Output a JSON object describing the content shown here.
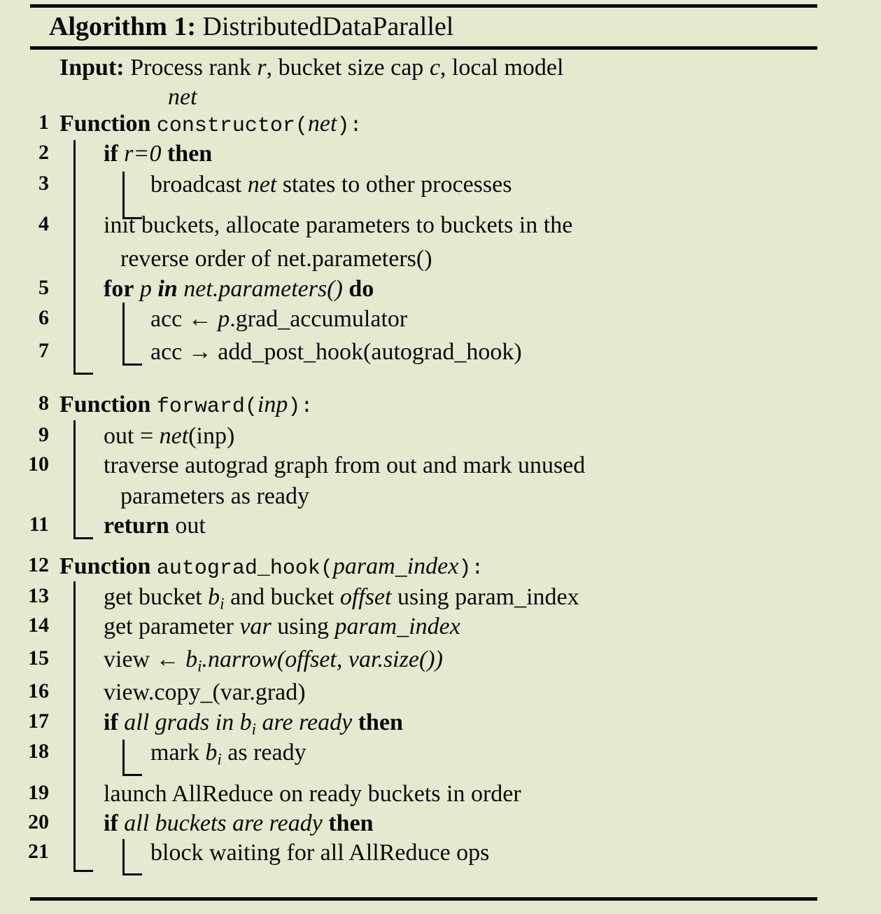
{
  "algorithm": {
    "label": "Algorithm 1:",
    "name": "DistributedDataParallel",
    "input_label": "Input:",
    "input_text": "Process rank r, bucket size cap c, local model",
    "input_cont": "net",
    "colors": {
      "background": "#e3ead0",
      "ink": "#0a0a0a"
    },
    "lines": [
      {
        "n": "1",
        "text": "Function constructor(net):"
      },
      {
        "n": "2",
        "text": "if r=0 then"
      },
      {
        "n": "3",
        "text": "broadcast net states to other processes"
      },
      {
        "n": "4",
        "text": "init buckets, allocate parameters to buckets in the"
      },
      {
        "n": "",
        "text": "reverse order of net.parameters()"
      },
      {
        "n": "5",
        "text": "for p in net.parameters() do"
      },
      {
        "n": "6",
        "text": "acc ← p.grad_accumulator"
      },
      {
        "n": "7",
        "text": "acc → add_post_hook(autograd_hook)"
      },
      {
        "n": "8",
        "text": "Function forward(inp):"
      },
      {
        "n": "9",
        "text": "out = net(inp)"
      },
      {
        "n": "10",
        "text": "traverse autograd graph from out and mark unused"
      },
      {
        "n": "",
        "text": "parameters as ready"
      },
      {
        "n": "11",
        "text": "return out"
      },
      {
        "n": "12",
        "text": "Function autograd_hook(param_index):"
      },
      {
        "n": "13",
        "text": "get bucket bᵢ and bucket offset using param_index"
      },
      {
        "n": "14",
        "text": "get parameter var using param_index"
      },
      {
        "n": "15",
        "text": "view ← bᵢ.narrow(offset, var.size())"
      },
      {
        "n": "16",
        "text": "view.copy_(var.grad)"
      },
      {
        "n": "17",
        "text": "if all grads in bᵢ are ready then"
      },
      {
        "n": "18",
        "text": "mark bᵢ as ready"
      },
      {
        "n": "19",
        "text": "launch AllReduce on ready buckets in order"
      },
      {
        "n": "20",
        "text": "if all buckets are ready then"
      },
      {
        "n": "21",
        "text": "block waiting for all AllReduce ops"
      }
    ],
    "numbers": {
      "n1": "1",
      "n2": "2",
      "n3": "3",
      "n4": "4",
      "n5": "5",
      "n6": "6",
      "n7": "7",
      "n8": "8",
      "n9": "9",
      "n10": "10",
      "n11": "11",
      "n12": "12",
      "n13": "13",
      "n14": "14",
      "n15": "15",
      "n16": "16",
      "n17": "17",
      "n18": "18",
      "n19": "19",
      "n20": "20",
      "n21": "21"
    },
    "tokens": {
      "function": "Function",
      "if": "if",
      "then": "then",
      "for": "for",
      "in": "in",
      "do": "do",
      "return": "return",
      "constructor": "constructor",
      "forward": "forward",
      "autograd_hook": "autograd_hook",
      "arg_net": "net",
      "arg_inp": "inp",
      "arg_param_index": "param_index",
      "l2_cond": "r=0",
      "l3": "broadcast",
      "l3_var": "net",
      "l3_rest": "states to other processes",
      "l4a": "init buckets, allocate parameters to buckets in the",
      "l4b": "reverse order of net.parameters()",
      "l5_var": "p",
      "l5_iter": "net.parameters()",
      "l6_acc": "acc",
      "l6_arrow": "←",
      "l6_p": "p",
      "l6_rest": ".grad_accumulator",
      "l7_acc": "acc",
      "l7_arrow": "→",
      "l7_rest": "add_post_hook(autograd_hook)",
      "l9a": "out =",
      "l9_net": "net",
      "l9b": "(inp)",
      "l10a": "traverse autograd graph from out and mark unused",
      "l10b": "parameters as ready",
      "l11_out": "out",
      "l13a": "get bucket",
      "l13_b": "b",
      "l13_i": "i",
      "l13b": "and bucket",
      "l13_offset": "offset",
      "l13c": "using param_index",
      "l14a": "get parameter",
      "l14_var": "var",
      "l14b": "using",
      "l14_pi": "param_index",
      "l15_view": "view",
      "l15_arrow": "←",
      "l15_b": "b",
      "l15_i": "i",
      "l15_narrow": ".narrow(",
      "l15_offset": "offset",
      "l15_comma": ",",
      "l15_varsize": "var.size()",
      "l15_close": ")",
      "l16": "view.copy_(var.grad)",
      "l17_cond_a": "all grads in",
      "l17_b": "b",
      "l17_i": "i",
      "l17_cond_b": "are ready",
      "l18_mark": "mark",
      "l18_b": "b",
      "l18_i": "i",
      "l18_rest": "as ready",
      "l19": "launch AllReduce on ready buckets in order",
      "l20_cond": "all buckets are ready",
      "l21": "block waiting for all AllReduce ops"
    }
  }
}
